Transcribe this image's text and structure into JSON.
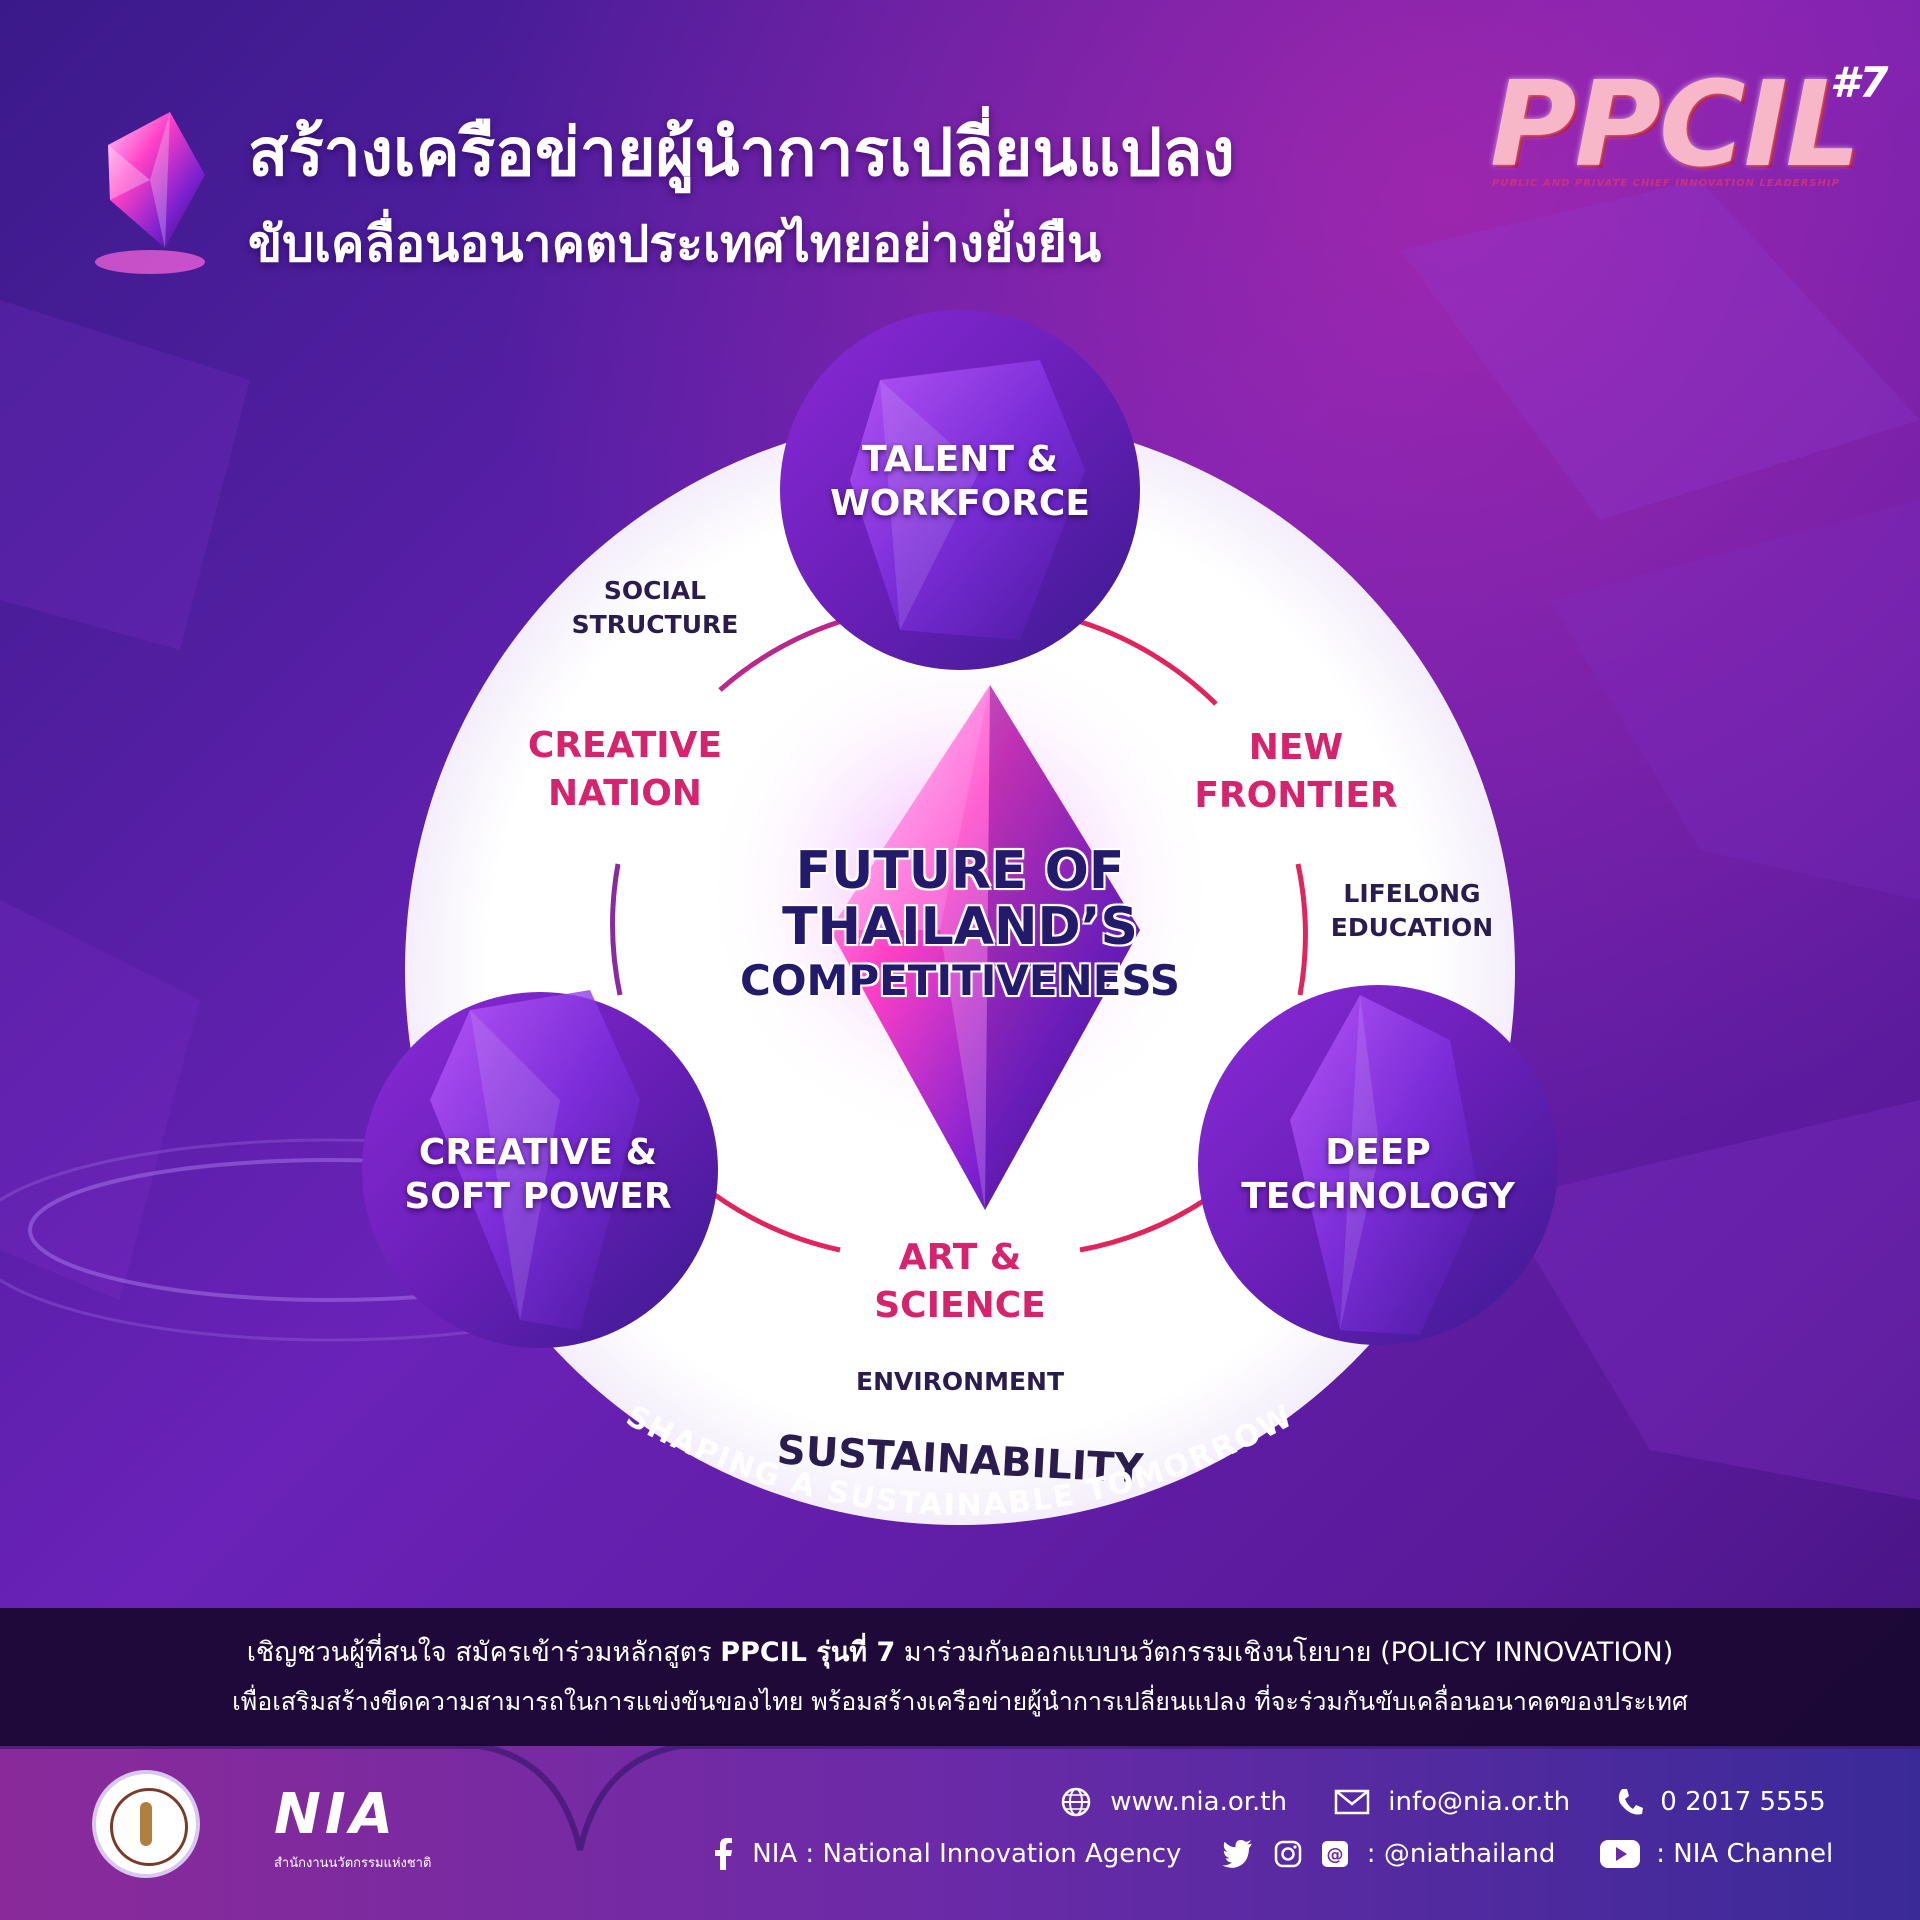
{
  "header": {
    "title_line1": "สร้างเครือข่ายผู้นำการเปลี่ยนแปลง",
    "title_line2": "ขับเคลื่อนอนาคตประเทศไทยอย่างยั่งยืน"
  },
  "logo": {
    "text": "PPCIL",
    "edition": "#7",
    "subtitle": "PUBLIC AND PRIVATE CHIEF INNOVATION LEADERSHIP"
  },
  "diagram": {
    "center": {
      "line1": "FUTURE OF",
      "line2": "THAILAND’S",
      "line3": "COMPETITIVENESS"
    },
    "nodes": {
      "top": {
        "line1": "TALENT &",
        "line2": "WORKFORCE"
      },
      "left": {
        "line1": "CREATIVE &",
        "line2": "SOFT POWER"
      },
      "right": {
        "line1": "DEEP",
        "line2": "TECHNOLOGY"
      }
    },
    "links": {
      "upper_left": {
        "line1": "CREATIVE",
        "line2": "NATION"
      },
      "upper_right": {
        "line1": "NEW",
        "line2": "FRONTIER"
      },
      "bottom": {
        "line1": "ART &",
        "line2": "SCIENCE"
      }
    },
    "pillars": {
      "social": {
        "line1": "SOCIAL",
        "line2": "STRUCTURE"
      },
      "lifelong": {
        "line1": "LIFELONG",
        "line2": "EDUCATION"
      },
      "environment": "ENVIRONMENT"
    },
    "sustainability": "SUSTAINABILITY",
    "tagline": "SHAPING A SUSTAINABLE TOMORROW"
  },
  "banner": {
    "line1_a": "เชิญชวนผู้ที่สนใจ สมัครเข้าร่วมหลักสูตร ",
    "line1_b": "PPCIL รุ่นที่ 7",
    "line1_c": " มาร่วมกันออกแบบนวัตกรรมเชิงนโยบาย (POLICY INNOVATION)",
    "line2": "เพื่อเสริมสร้างขีดความสามารถในการแข่งขันของไทย พร้อมสร้างเครือข่ายผู้นำการเปลี่ยนแปลง ที่จะร่วมกันขับเคลื่อนอนาคตของประเทศ"
  },
  "footer": {
    "nia_logo_text": "NIA",
    "nia_logo_sub": "สำนักงานนวัตกรรมแห่งชาติ",
    "website": "www.nia.or.th",
    "email": "info@nia.or.th",
    "phone": "0 2017 5555",
    "facebook": "NIA : National Innovation Agency",
    "social_handle": ": @niathailand",
    "youtube": ": NIA Channel"
  },
  "icons": {
    "header_gem": "gem-icon",
    "web": "globe-icon",
    "mail": "mail-icon",
    "phone": "phone-icon",
    "facebook": "facebook-icon",
    "twitter": "twitter-icon",
    "instagram": "instagram-icon",
    "threads": "threads-icon",
    "youtube": "youtube-icon"
  },
  "colors": {
    "background": "#5a1f9e",
    "accent_pink": "#d6236d",
    "navy_text": "#241a6b",
    "banner_bg": "#190830"
  }
}
